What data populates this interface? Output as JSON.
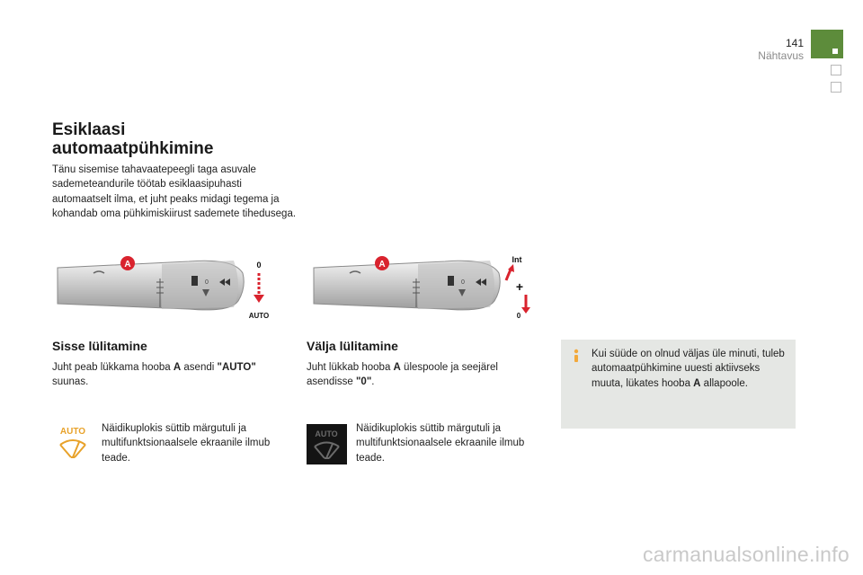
{
  "header": {
    "page_number": "141",
    "section": "Nähtavus"
  },
  "main": {
    "title": "Esiklaasi automaatpühkimine",
    "intro": "Tänu sisemise tahavaatepeegli taga asuvale sademeteandurile töötab esiklaasipuhasti automaatselt ilma, et juht peaks midagi tegema ja kohandab oma pühkimiskiirust sademete tihedusega."
  },
  "figure_left": {
    "callout": "A",
    "label_top": "0",
    "label_bottom": "AUTO"
  },
  "figure_right": {
    "callout": "A",
    "label_top": "Int",
    "label_plus": "+",
    "label_bottom": "0"
  },
  "sections": {
    "on": {
      "heading": "Sisse lülitamine",
      "text_prefix": "Juht peab lükkama hooba ",
      "text_bold_a": "A",
      "text_middle": " asendi ",
      "text_bold_b": "\"AUTO\"",
      "text_suffix": " suunas.",
      "indicator_text": "Näidikuplokis süttib märgutuli ja multifunktsionaalsele ekraanile ilmub teade.",
      "indicator_icon_label": "AUTO"
    },
    "off": {
      "heading": "Välja lülitamine",
      "text_prefix": "Juht lükkab hooba ",
      "text_bold_a": "A",
      "text_middle": " ülespoole ja seejärel asendisse ",
      "text_bold_b": "\"0\"",
      "text_suffix": ".",
      "indicator_text": "Näidikuplokis süttib märgutuli ja multifunktsionaalsele ekraanile ilmub teade.",
      "indicator_icon_label": "AUTO"
    }
  },
  "note": {
    "text_prefix": "Kui süüde on olnud väljas üle minuti, tuleb automaatpühkimine uuesti aktiivseks muuta, lükates hooba ",
    "text_bold": "A",
    "text_suffix": " allapoole."
  },
  "footer": {
    "watermark": "carmanualsonline.info"
  },
  "colors": {
    "accent_green": "#5d8c3b",
    "callout_red": "#d9232e",
    "note_bg": "#e5e7e4",
    "icon_orange": "#e8a22a"
  }
}
